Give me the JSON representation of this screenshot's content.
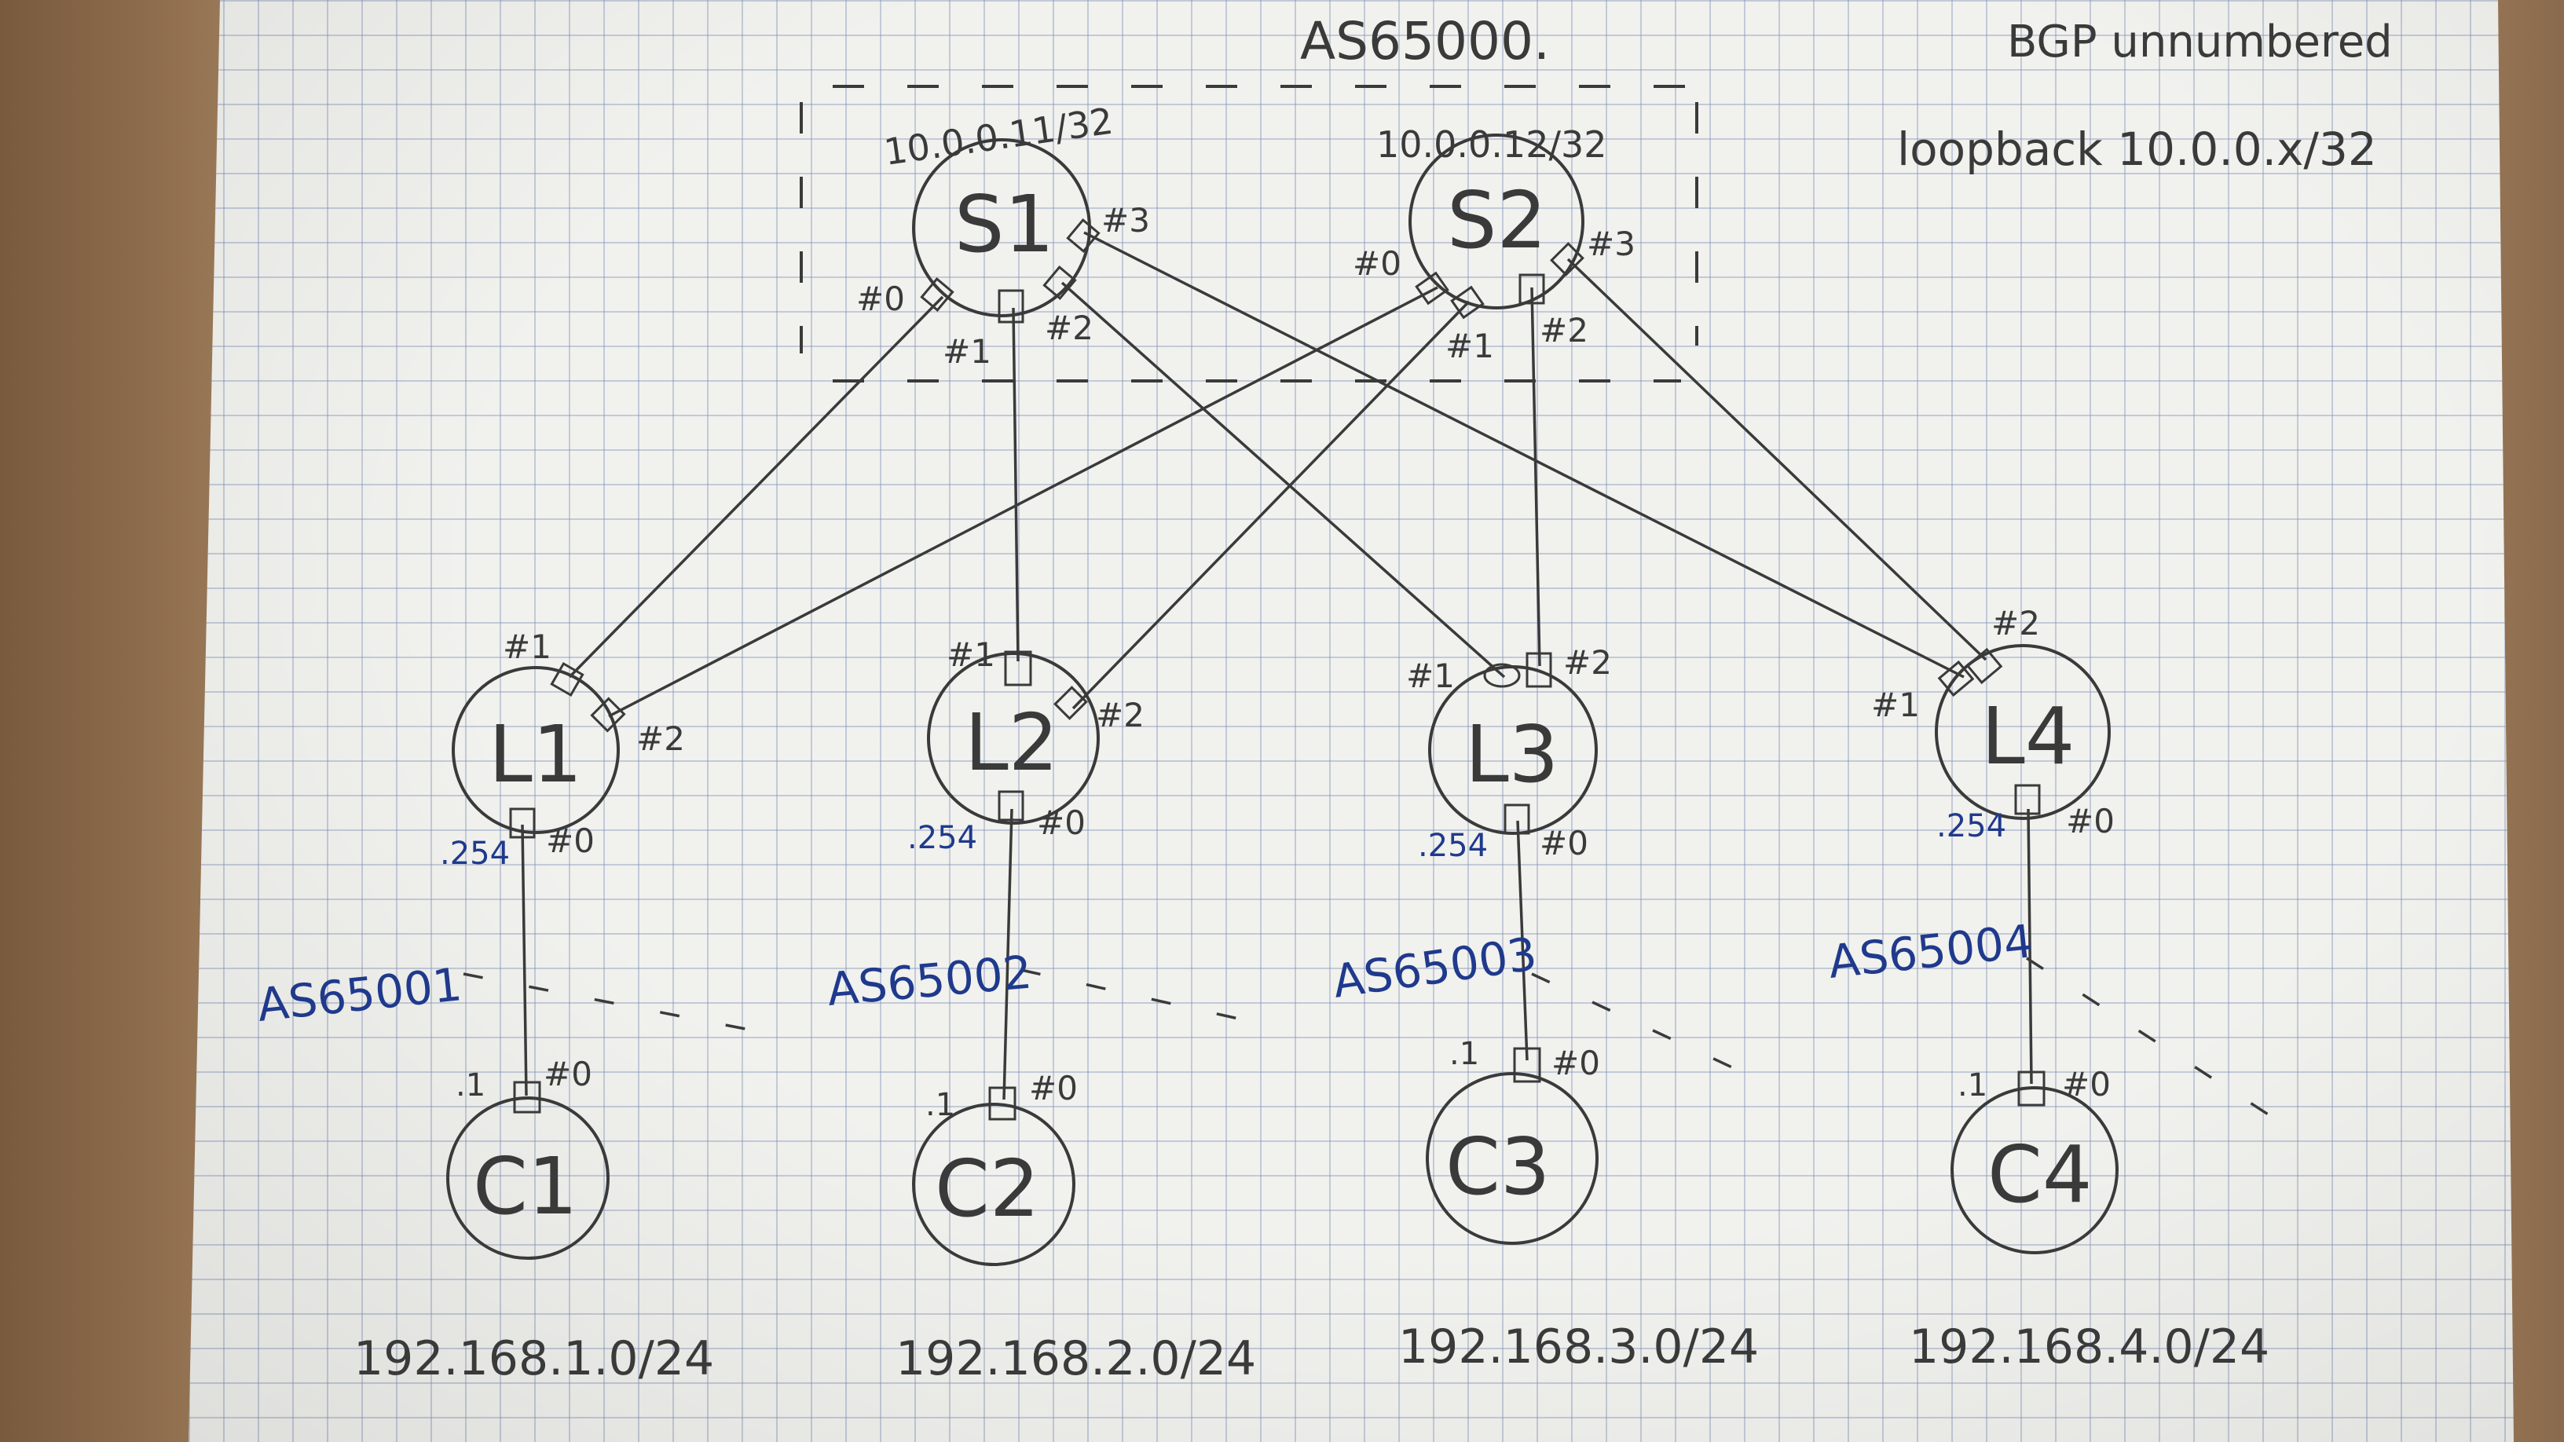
{
  "title": {
    "asn": "AS65000.",
    "note1": "BGP unnumbered",
    "note2": "loopback 10.0.0.x/32"
  },
  "spines": [
    {
      "id": "S1",
      "loopback": "10.0.0.11/32",
      "ports": [
        "#0",
        "#1",
        "#2",
        "#3"
      ]
    },
    {
      "id": "S2",
      "loopback": "10.0.0.12/32",
      "ports": [
        "#0",
        "#1",
        "#2",
        "#3"
      ]
    }
  ],
  "leaves": [
    {
      "id": "L1",
      "asn": "AS65001",
      "gw": ".254",
      "ports": [
        "#1",
        "#2",
        "#0"
      ]
    },
    {
      "id": "L2",
      "asn": "AS65002",
      "gw": ".254",
      "ports": [
        "#1",
        "#2",
        "#0"
      ]
    },
    {
      "id": "L3",
      "asn": "AS65003",
      "gw": ".254",
      "ports": [
        "#1",
        "#2",
        "#0"
      ]
    },
    {
      "id": "L4",
      "asn": "AS65004",
      "gw": ".254",
      "ports": [
        "#1",
        "#2",
        "#0"
      ]
    }
  ],
  "clients": [
    {
      "id": "C1",
      "ip": ".1",
      "port": "#0",
      "subnet": "192.168.1.0/24"
    },
    {
      "id": "C2",
      "ip": ".1",
      "port": "#0",
      "subnet": "192.168.2.0/24"
    },
    {
      "id": "C3",
      "ip": ".1",
      "port": "#0",
      "subnet": "192.168.3.0/24"
    },
    {
      "id": "C4",
      "ip": ".1",
      "port": "#0",
      "subnet": "192.168.4.0/24"
    }
  ],
  "colors": {
    "pencil": "#3a3a3a",
    "blue_ink": "#1f3a8c",
    "paper": "#f1f1ee",
    "grid": "#8ca0c8"
  }
}
